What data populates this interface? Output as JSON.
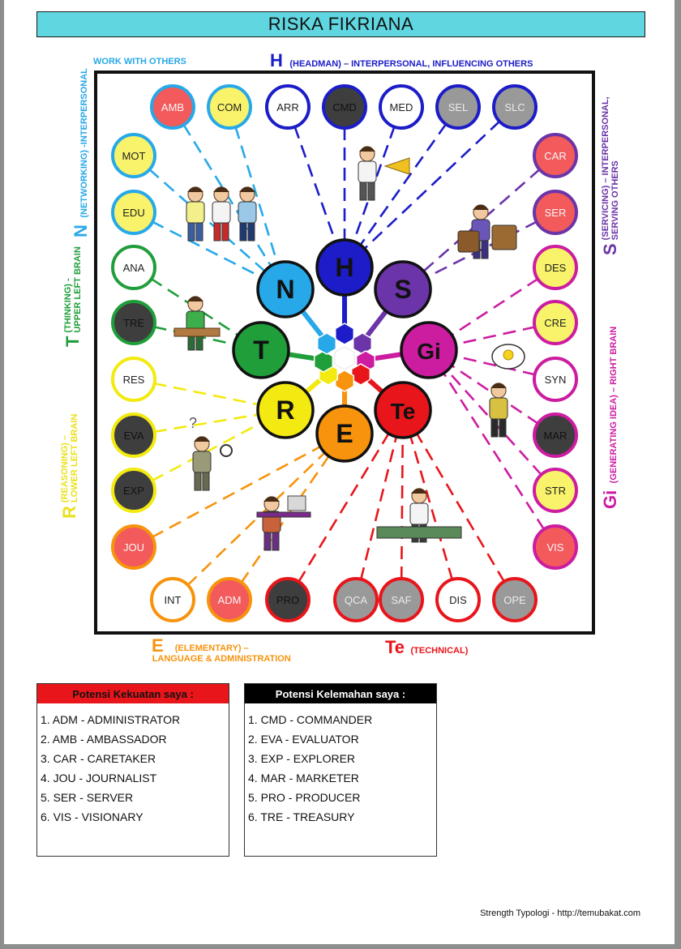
{
  "title": "RISKA FIKRIANA",
  "headers": {
    "work_with_others": "WORK WITH OTHERS",
    "h_letter": "H",
    "h_text": "(HEADMAN) – INTERPERSONAL, INFLUENCING OTHERS",
    "n_letter": "N",
    "n_text": "(NETWORKING) -INTERPERSONAL",
    "t_letter": "T",
    "t_line1": "(THINKING) -",
    "t_line2": "UPPER LEFT BRAIN",
    "r_letter": "R",
    "r_line1": "(REASONING) –",
    "r_line2": "LOWER LEFT BRAIN",
    "s_letter": "S",
    "s_line1": "(SERVICING) – INTERPERSONAL,",
    "s_line2": "SERVING OTHERS",
    "gi_letter": "Gi",
    "gi_text": "(GENERATING IDEA) – RIGHT BRAIN",
    "e_letter": "E",
    "e_line1": "(ELEMENTARY) –",
    "e_line2": "LANGUAGE & ADMINISTRATION",
    "te_letter": "Te",
    "te_text": "(TECHNICAL)"
  },
  "colors": {
    "H": "#1c1cc8",
    "N": "#27a8e8",
    "T": "#1f9e3a",
    "R": "#f2ea10",
    "E": "#f7930c",
    "Te": "#e8151b",
    "Gi": "#cc1ca0",
    "S": "#6b34a8",
    "red_fill": "#f25a5c",
    "yellow_fill": "#f8f36a",
    "gray_fill": "#999999",
    "dark_fill": "#3e3e3e",
    "white_fill": "#ffffff",
    "title_bg": "#5fd6e0",
    "strength_header": "#e8151b",
    "weakness_header": "#000000"
  },
  "hubs": [
    {
      "label": "H",
      "group": "H"
    },
    {
      "label": "S",
      "group": "S"
    },
    {
      "label": "Gi",
      "group": "Gi"
    },
    {
      "label": "Te",
      "group": "Te"
    },
    {
      "label": "E",
      "group": "E"
    },
    {
      "label": "R",
      "group": "R"
    },
    {
      "label": "T",
      "group": "T"
    },
    {
      "label": "N",
      "group": "N"
    }
  ],
  "talents": [
    {
      "label": "AMB",
      "group": "N",
      "fill": "red"
    },
    {
      "label": "COM",
      "group": "N",
      "fill": "yellow"
    },
    {
      "label": "ARR",
      "group": "H",
      "fill": "white"
    },
    {
      "label": "CMD",
      "group": "H",
      "fill": "dark"
    },
    {
      "label": "MED",
      "group": "H",
      "fill": "white"
    },
    {
      "label": "SEL",
      "group": "H",
      "fill": "gray"
    },
    {
      "label": "SLC",
      "group": "H",
      "fill": "gray"
    },
    {
      "label": "MOT",
      "group": "N",
      "fill": "yellow"
    },
    {
      "label": "EDU",
      "group": "N",
      "fill": "yellow"
    },
    {
      "label": "ANA",
      "group": "T",
      "fill": "white"
    },
    {
      "label": "TRE",
      "group": "T",
      "fill": "dark"
    },
    {
      "label": "RES",
      "group": "R",
      "fill": "white"
    },
    {
      "label": "EVA",
      "group": "R",
      "fill": "dark"
    },
    {
      "label": "EXP",
      "group": "R",
      "fill": "dark"
    },
    {
      "label": "JOU",
      "group": "E",
      "fill": "red"
    },
    {
      "label": "CAR",
      "group": "S",
      "fill": "red"
    },
    {
      "label": "SER",
      "group": "S",
      "fill": "red"
    },
    {
      "label": "DES",
      "group": "Gi",
      "fill": "yellow"
    },
    {
      "label": "CRE",
      "group": "Gi",
      "fill": "yellow"
    },
    {
      "label": "SYN",
      "group": "Gi",
      "fill": "white"
    },
    {
      "label": "MAR",
      "group": "Gi",
      "fill": "dark"
    },
    {
      "label": "STR",
      "group": "Gi",
      "fill": "yellow"
    },
    {
      "label": "VIS",
      "group": "Gi",
      "fill": "red"
    },
    {
      "label": "INT",
      "group": "E",
      "fill": "white"
    },
    {
      "label": "ADM",
      "group": "E",
      "fill": "red"
    },
    {
      "label": "PRO",
      "group": "Te",
      "fill": "dark"
    },
    {
      "label": "QCA",
      "group": "Te",
      "fill": "gray"
    },
    {
      "label": "SAF",
      "group": "Te",
      "fill": "gray"
    },
    {
      "label": "DIS",
      "group": "Te",
      "fill": "white"
    },
    {
      "label": "OPE",
      "group": "Te",
      "fill": "gray"
    }
  ],
  "strengths": {
    "title": "Potensi Kekuatan saya :",
    "items": [
      "1. ADM - ADMINISTRATOR",
      "2. AMB - AMBASSADOR",
      "3. CAR - CARETAKER",
      "4. JOU - JOURNALIST",
      "5. SER - SERVER",
      "6. VIS - VISIONARY"
    ]
  },
  "weaknesses": {
    "title": "Potensi Kelemahan saya :",
    "items": [
      "1. CMD - COMMANDER",
      "2. EVA - EVALUATOR",
      "3. EXP - EXPLORER",
      "4. MAR - MARKETER",
      "5. PRO - PRODUCER",
      "6. TRE - TREASURY"
    ]
  },
  "footer": "Strength Typologi - http://temubakat.com"
}
